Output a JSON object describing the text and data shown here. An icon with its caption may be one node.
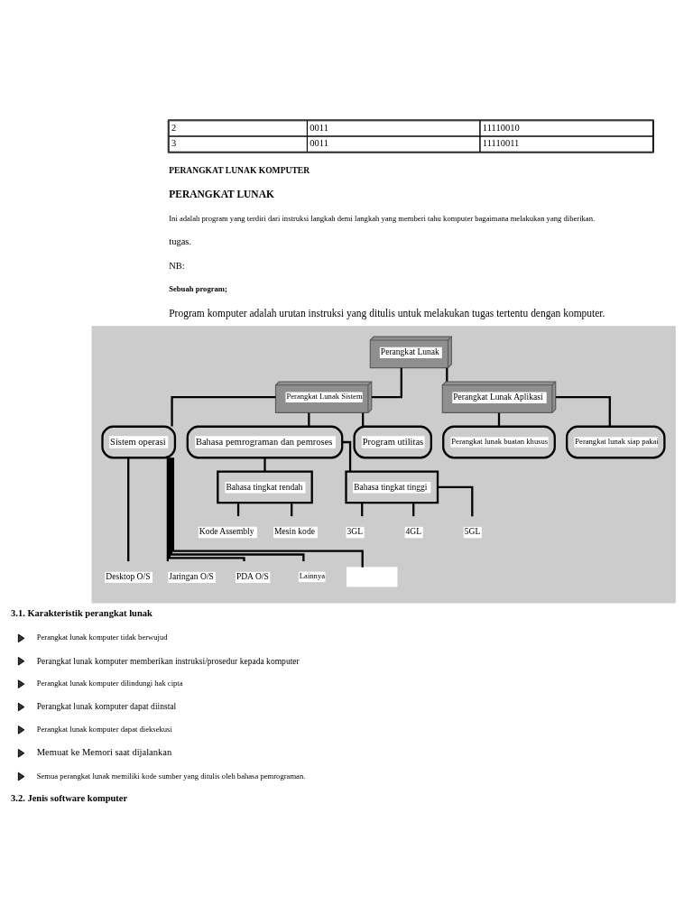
{
  "diagram": {
    "nodes": [
      {
        "text": [],
        "shape": "box"
      },
      {
        "text": [
          "Perangkat Lunak"
        ],
        "in": 0
      },
      {
        "text": [
          "Perangkat Lunak Sistem"
        ],
        "in": 0
      },
      {
        "text": [
          "Perangkat Lunak Aplikasi"
        ],
        "in": 0
      },
      {
        "text": [
          "Bahasa pemrograman dan pemroses"
        ],
        "in": 0
      },
      {
        "text": [
          "Program utilitas"
        ],
        "in": 0
      },
      {
        "text": [
          "Perangkat lunak buatan khusus"
        ],
        "in": 0
      },
      {
        "text": [
          "Perangkat lunak siap pakai"
        ],
        "in": 0
      },
      {
        "text": [
          "Sistem operasi"
        ],
        "in": 0
      },
      {
        "text": [
          "Bahasa tingkat rendah"
        ],
        "in": 0
      },
      {
        "text": [
          "Bahasa tingkat tinggi"
        ],
        "in": 0
      },
      {
        "text": [
          "Kode Assembly"
        ],
        "in": 0
      },
      {
        "text": [
          "Mesin kode"
        ],
        "in": 0
      },
      {
        "text": [
          "3GL"
        ],
        "in": 0
      },
      {
        "text": [
          "4GL"
        ],
        "in": 0
      },
      {
        "text": [
          "5GL"
        ],
        "in": 0
      },
      {
        "text": [
          "Desktop O/S"
        ],
        "in": 0
      },
      {
        "text": [
          "Jaringan O/S"
        ],
        "in": 0
      },
      {
        "text": [
          "PDA O/S"
        ],
        "in": 0
      },
      {
        "text": [
          "Lainnya"
        ],
        "in": 0
      },
      {
        "text": [],
        "shape": "box",
        "in": 0
      }
    ],
    "edges": [
      {
        "from": 1,
        "to": 2,
        "arrow": "none"
      },
      {
        "from": 1,
        "to": 3,
        "arrow": "none"
      },
      {
        "from": 2,
        "to": 8,
        "arrow": "none"
      },
      {
        "from": 2,
        "to": 4,
        "arrow": "none"
      },
      {
        "from": 2,
        "to": 5,
        "arrow": "none"
      },
      {
        "from": 3,
        "to": 6,
        "arrow": "none"
      },
      {
        "from": 3,
        "to": 7,
        "arrow": "none"
      },
      {
        "from": 4,
        "to": 9,
        "arrow": "none"
      },
      {
        "from": 4,
        "to": 10,
        "arrow": "none"
      },
      {
        "from": 9,
        "to": 11,
        "arrow": "none"
      },
      {
        "from": 9,
        "to": 12,
        "arrow": "none"
      },
      {
        "from": 10,
        "to": 13,
        "arrow": "none"
      },
      {
        "from": 10,
        "to": 14,
        "arrow": "none"
      },
      {
        "from": 10,
        "to": 15,
        "arrow": "none"
      },
      {
        "from": 8,
        "to": 16,
        "arrow": "none"
      },
      {
        "from": 8,
        "to": 17,
        "arrow": "none"
      },
      {
        "from": 8,
        "to": 18,
        "arrow": "none"
      },
      {
        "from": 8,
        "to": 19,
        "arrow": "none"
      },
      {
        "from": 8,
        "to": 20,
        "arrow": "none"
      }
    ],
    "labels": [
      "2",
      "0011",
      "11110010",
      "3",
      "0011",
      "11110011",
      "PERANGKAT LUNAK KOMPUTER",
      "PERANGKAT LUNAK",
      "Ini adalah program yang terdiri dari instruksi langkah demi langkah yang memberi tahu komputer bagaimana melakukan yang diberikan.",
      "tugas.",
      "NB:",
      "Sebuah program;",
      "Program komputer adalah urutan instruksi yang ditulis untuk melakukan tugas tertentu dengan komputer.",
      "3.1. Karakteristik perangkat lunak",
      "Perangkat lunak komputer tidak berwujud",
      "Perangkat lunak komputer memberikan instruksi/prosedur kepada komputer",
      "Perangkat lunak komputer dilindungi hak cipta",
      "Perangkat lunak komputer dapat diinstal",
      "Perangkat lunak komputer dapat dieksekusi",
      "Memuat ke Memori saat dijalankan",
      "Semua perangkat lunak memiliki kode sumber yang ditulis oleh bahasa pemrograman.",
      "3.2. Jenis software komputer"
    ]
  }
}
